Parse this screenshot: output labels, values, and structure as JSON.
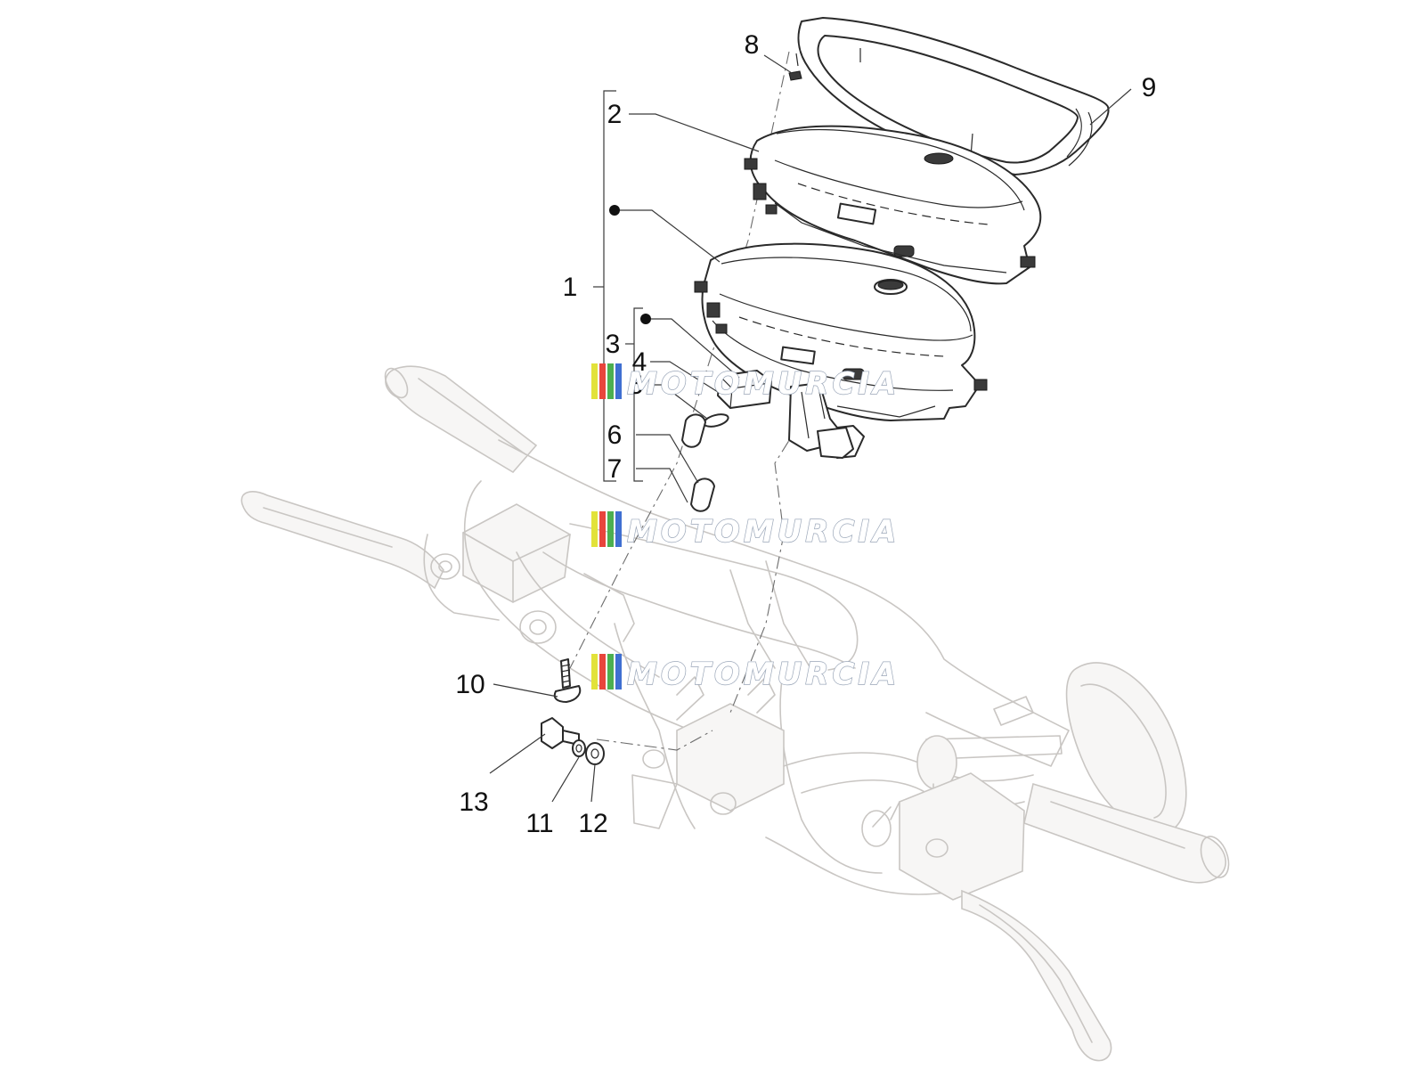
{
  "callouts": [
    {
      "label": "1"
    },
    {
      "label": "2"
    },
    {
      "label": "3"
    },
    {
      "label": "4"
    },
    {
      "label": "5"
    },
    {
      "label": "6"
    },
    {
      "label": "7"
    },
    {
      "label": "8"
    },
    {
      "label": "9"
    },
    {
      "label": "10"
    },
    {
      "label": "11"
    },
    {
      "label": "12"
    },
    {
      "label": "13"
    }
  ],
  "watermark": {
    "text": "MOTOMURCIA",
    "colors": [
      "#e2e23a",
      "#e8453c",
      "#4caf50",
      "#3f6fd1"
    ]
  }
}
